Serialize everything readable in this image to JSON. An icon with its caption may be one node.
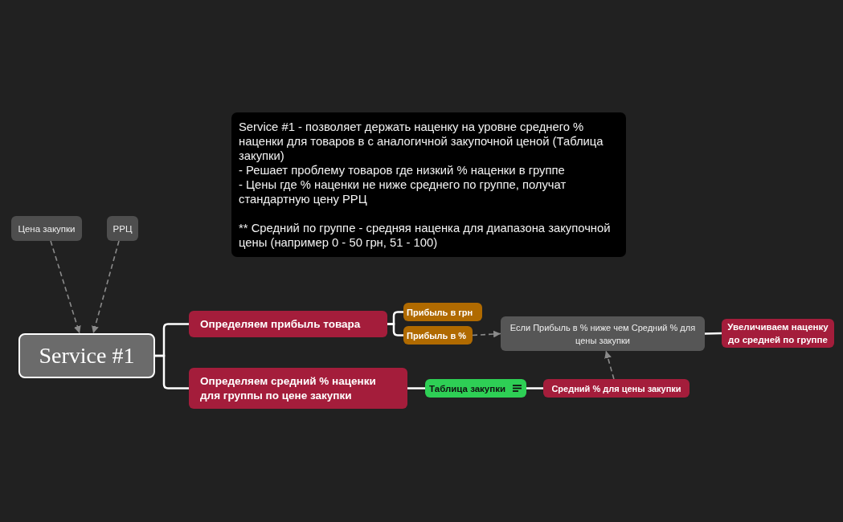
{
  "diagram": {
    "nodes": [
      {
        "text": [
          "Service #1 - позволяет держать наценку на уровне среднего % наценки для товаров в с аналогичной закупочной ценой (Таблица закупки)",
          "- Решает проблему товаров где низкий % наценки в группе",
          "- Цены где % наценки не ниже среднего по группе, получат стандартную цену РРЦ",
          "** Средний по группе - средняя наценка для диапазона закупочной цены (например 0 - 50 грн, 51 - 100)"
        ]
      },
      {
        "text": [
          "Цена закупки"
        ]
      },
      {
        "text": [
          "РРЦ"
        ]
      },
      {
        "text": [
          "Service #1"
        ]
      },
      {
        "text": [
          "Определяем прибыль товара"
        ]
      },
      {
        "text": [
          "Определяем средний % наценки для группы по цене закупки"
        ]
      },
      {
        "text": [
          "Прибыль в грн"
        ]
      },
      {
        "text": [
          "Прибыль в %"
        ]
      },
      {
        "text": [
          "Таблица закупки"
        ]
      },
      {
        "text": [
          "Если Прибыль в % ниже чем Средний % для цены закупки"
        ]
      },
      {
        "text": [
          "Средний % для цены закупки"
        ]
      },
      {
        "text": [
          "Увеличиваем наценку до средней по группе"
        ]
      }
    ],
    "edges": [
      {
        "from": 1,
        "to": 3,
        "arrow": "to",
        "style": "dashed",
        "color": "#8a8a8a"
      },
      {
        "from": 2,
        "to": 3,
        "arrow": "to",
        "style": "dashed",
        "color": "#8a8a8a"
      },
      {
        "from": 3,
        "to": 4,
        "arrow": "none"
      },
      {
        "from": 3,
        "to": 5,
        "arrow": "none"
      },
      {
        "from": 4,
        "to": 6,
        "arrow": "none"
      },
      {
        "from": 4,
        "to": 7,
        "arrow": "none"
      },
      {
        "from": 7,
        "to": 9,
        "arrow": "to",
        "style": "dashed",
        "color": "#8a8a8a"
      },
      {
        "from": 5,
        "to": 8,
        "arrow": "none"
      },
      {
        "from": 8,
        "to": 10,
        "arrow": "none"
      },
      {
        "from": 10,
        "to": 9,
        "arrow": "to",
        "style": "dashed",
        "color": "#8a8a8a"
      },
      {
        "from": 9,
        "to": 11,
        "arrow": "none"
      }
    ]
  }
}
